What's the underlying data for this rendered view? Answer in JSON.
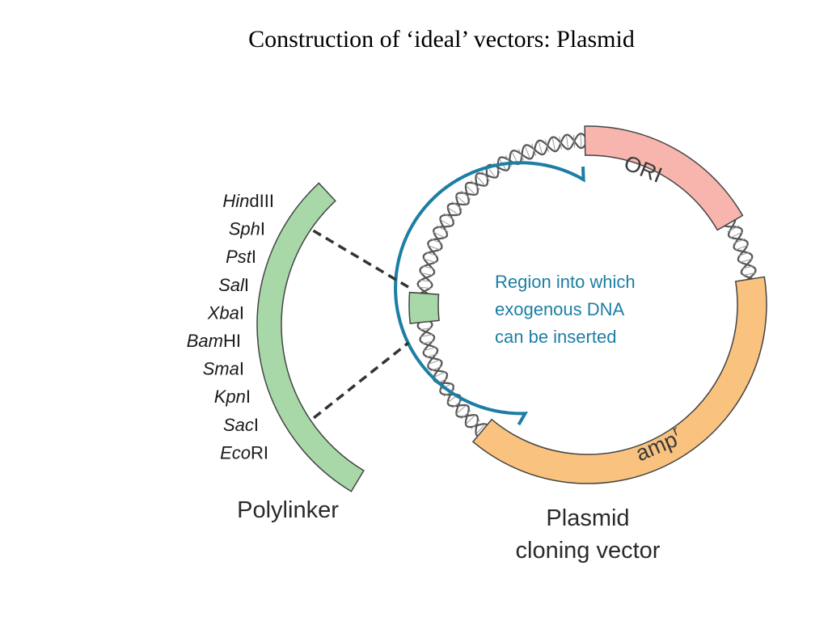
{
  "title": "Construction of ‘ideal’ vectors:  Plasmid",
  "polylinker": {
    "caption": "Polylinker",
    "sites": [
      {
        "prefix": "Hin",
        "suffix": "dIII"
      },
      {
        "prefix": "Sph",
        "suffix": "I"
      },
      {
        "prefix": "Pst",
        "suffix": "I"
      },
      {
        "prefix": "Sal",
        "suffix": "I"
      },
      {
        "prefix": "Xba",
        "suffix": "I"
      },
      {
        "prefix": "Bam",
        "suffix": "HI"
      },
      {
        "prefix": "Sma",
        "suffix": "I"
      },
      {
        "prefix": "Kpn",
        "suffix": "I"
      },
      {
        "prefix": "Sac",
        "suffix": "I"
      },
      {
        "prefix": "Eco",
        "suffix": "RI"
      }
    ]
  },
  "plasmid": {
    "caption_line1": "Plasmid",
    "caption_line2": "cloning vector",
    "ori_label": "ORI",
    "amp_label": "amp",
    "amp_superscript": "r",
    "region_lines": [
      "Region into which",
      "exogenous DNA",
      "can  be inserted"
    ]
  },
  "colors": {
    "polylinker": "#a8d8a8",
    "ori": "#f7b5ad",
    "amp": "#f9c27f",
    "region": "#1c7ea4",
    "outline": "#444444",
    "dna": "#555555"
  }
}
